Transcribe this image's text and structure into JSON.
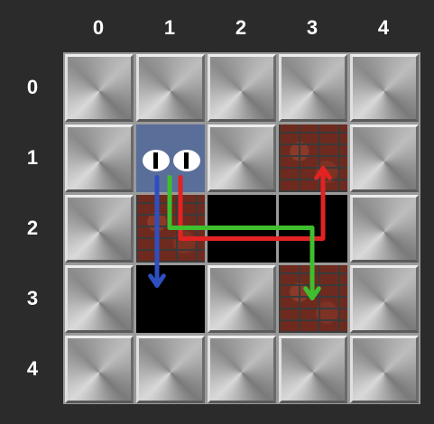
{
  "columns": [
    "0",
    "1",
    "2",
    "3",
    "4"
  ],
  "rows": [
    "0",
    "1",
    "2",
    "3",
    "4"
  ],
  "grid": [
    [
      "wall",
      "wall",
      "wall",
      "wall",
      "wall"
    ],
    [
      "wall",
      "agent",
      "wall",
      "brick",
      "wall"
    ],
    [
      "wall",
      "brick",
      "empty",
      "empty",
      "wall"
    ],
    [
      "wall",
      "empty",
      "wall",
      "brick",
      "wall"
    ],
    [
      "wall",
      "wall",
      "wall",
      "wall",
      "wall"
    ]
  ],
  "agent": {
    "row": 1,
    "col": 1
  },
  "colors": {
    "blue_arrow": "#2e4fbf",
    "red_arrow": "#e32222",
    "green_arrow": "#3fbf2e",
    "agent_bg": "#5a6e9a"
  },
  "arrows": [
    {
      "name": "blue-path",
      "color": "blue_arrow",
      "cells": [
        [
          1,
          1
        ],
        [
          2,
          1
        ],
        [
          3,
          1
        ]
      ]
    },
    {
      "name": "red-path",
      "color": "red_arrow",
      "cells": [
        [
          1,
          1
        ],
        [
          2,
          1
        ],
        [
          2,
          2
        ],
        [
          2,
          3
        ],
        [
          1,
          3
        ]
      ]
    },
    {
      "name": "green-path",
      "color": "green_arrow",
      "cells": [
        [
          1,
          1
        ],
        [
          2,
          1
        ],
        [
          2,
          2
        ],
        [
          2,
          3
        ],
        [
          3,
          3
        ]
      ]
    }
  ]
}
